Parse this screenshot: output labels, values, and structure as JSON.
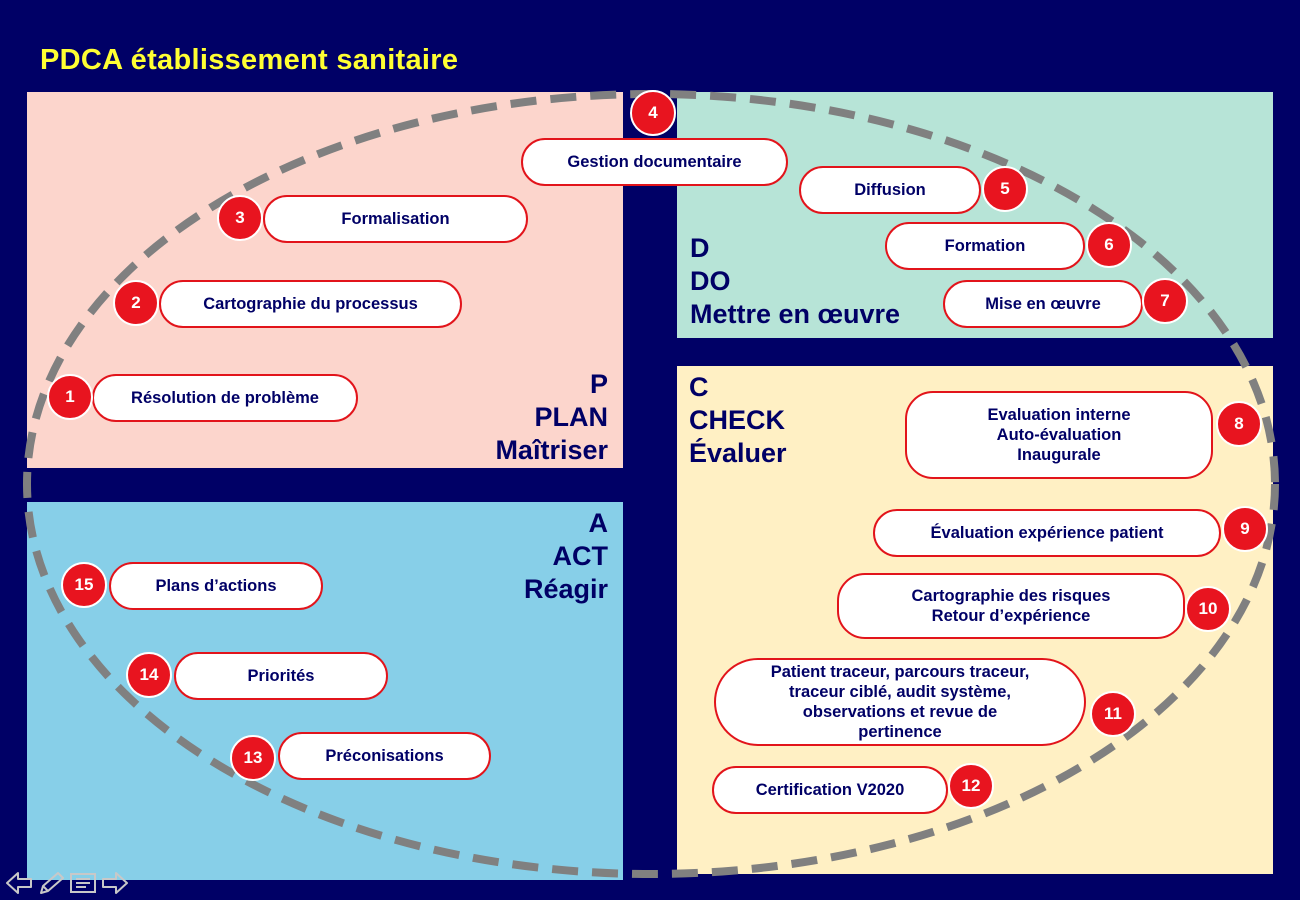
{
  "title": "PDCA établissement sanitaire",
  "quadrants": {
    "plan": {
      "letter": "P",
      "name": "PLAN",
      "verb": "Maîtriser"
    },
    "do": {
      "letter": "D",
      "name": "DO",
      "verb": "Mettre en œuvre"
    },
    "check": {
      "letter": "C",
      "name": "CHECK",
      "verb": "Évaluer"
    },
    "act": {
      "letter": "A",
      "name": "ACT",
      "verb": "Réagir"
    }
  },
  "steps": [
    {
      "num": "1",
      "label": "Résolution de problème"
    },
    {
      "num": "2",
      "label": "Cartographie du processus"
    },
    {
      "num": "3",
      "label": "Formalisation"
    },
    {
      "num": "4",
      "label": "Gestion documentaire"
    },
    {
      "num": "5",
      "label": "Diffusion"
    },
    {
      "num": "6",
      "label": "Formation"
    },
    {
      "num": "7",
      "label": "Mise en œuvre"
    },
    {
      "num": "8",
      "label": "Evaluation interne\nAuto-évaluation\nInaugurale"
    },
    {
      "num": "9",
      "label": "Évaluation expérience patient"
    },
    {
      "num": "10",
      "label": "Cartographie des risques\nRetour d’expérience"
    },
    {
      "num": "11",
      "label": "Patient traceur, parcours traceur,\ntraceur ciblé, audit système,\nobservations et revue de\npertinence"
    },
    {
      "num": "12",
      "label": "Certification V2020"
    },
    {
      "num": "13",
      "label": "Préconisations"
    },
    {
      "num": "14",
      "label": "Priorités"
    },
    {
      "num": "15",
      "label": "Plans d’actions"
    }
  ],
  "colors": {
    "background": "#000066",
    "title": "#ffff33",
    "plan": "#fcd5cc",
    "do": "#b7e4d7",
    "check": "#fff0c4",
    "act": "#87cfe8",
    "badge": "#e8141f",
    "cycle_dash": "#808080"
  },
  "nav_icons": [
    "arrow-left-icon",
    "pencil-icon",
    "menu-icon",
    "arrow-right-icon"
  ]
}
